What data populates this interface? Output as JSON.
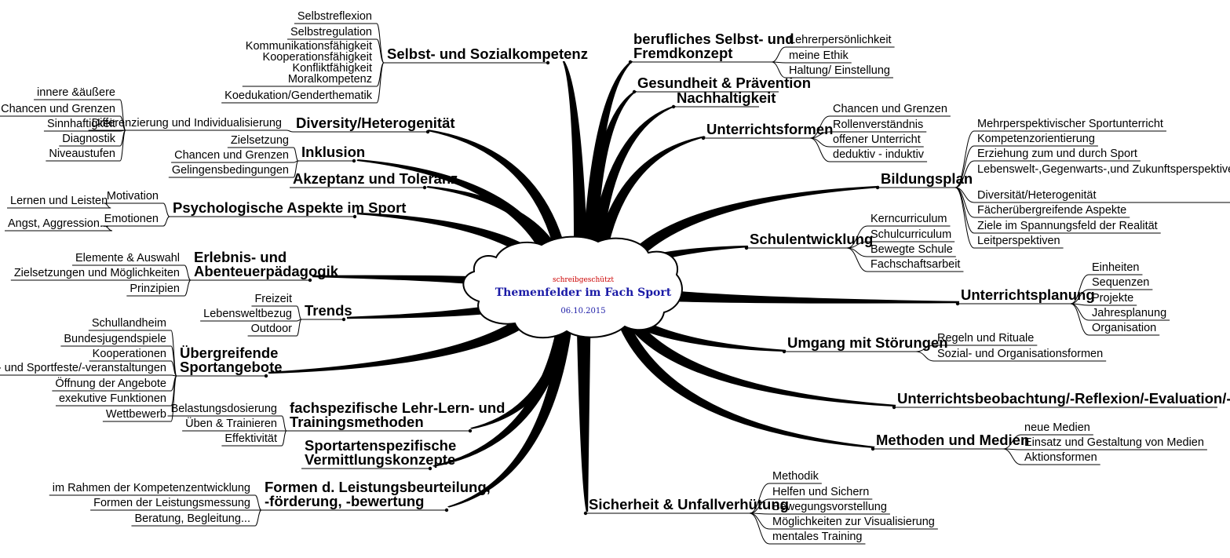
{
  "center": {
    "edit_note": "schreibgeschützt",
    "title": "Themenfelder im Fach Sport",
    "date": "06.10.2015"
  },
  "branches": [
    {
      "lines": [
        "Selbst- und Sozialkompetenz"
      ],
      "subs": [
        "Selbstreflexion",
        "Selbstregulation",
        "Kommunikationsfähigkeit",
        "Kooperationsfähigkeit",
        "Konfliktfähigkeit",
        "Moralkompetenz",
        "Koedukation/Genderthematik"
      ]
    },
    {
      "lines": [
        "Diversity/Heterogenität"
      ],
      "subs": [
        "Differenzierung und Individualisierung"
      ],
      "nested": {
        "label": "Differenzierung und Individualisierung",
        "subs": [
          "innere &äußere",
          "Chancen und Grenzen",
          "Sinnhaftigkeit",
          "Diagnostik",
          "Niveaustufen"
        ]
      }
    },
    {
      "lines": [
        "Inklusion"
      ],
      "subs": [
        "Zielsetzung",
        "Chancen und Grenzen",
        "Gelingensbedingungen"
      ]
    },
    {
      "lines": [
        "Akzeptanz und Toleranz"
      ],
      "subs": []
    },
    {
      "lines": [
        "Psychologische Aspekte im Sport"
      ],
      "subs": [
        "Motivation",
        "Emotionen"
      ],
      "nested_pairs": [
        {
          "label": "Motivation",
          "sub": "Lernen und Leisten"
        },
        {
          "label": "Emotionen",
          "sub": "Angst, Aggression..."
        }
      ]
    },
    {
      "lines": [
        "Erlebnis- und",
        "Abenteuerpädagogik"
      ],
      "subs": [
        "Elemente & Auswahl",
        "Zielsetzungen und Möglichkeiten",
        "Prinzipien"
      ]
    },
    {
      "lines": [
        "Trends"
      ],
      "subs": [
        "Freizeit",
        "Lebensweltbezug",
        "Outdoor"
      ]
    },
    {
      "lines": [
        "Übergreifende",
        "Sportangebote"
      ],
      "subs": [
        "Schullandheim",
        "Bundesjugendspiele",
        "Kooperationen",
        "Spiel- und Sportfeste/-veranstaltungen",
        "Öffnung der Angebote",
        "exekutive Funktionen",
        "Wettbewerb"
      ]
    },
    {
      "lines": [
        "fachspezifische Lehr-Lern- und",
        "Trainingsmethoden"
      ],
      "subs": [
        "Belastungsdosierung",
        "Üben & Trainieren",
        "Effektivität"
      ]
    },
    {
      "lines": [
        "Sportartenspezifische",
        "Vermittlungskonzepte"
      ],
      "subs": []
    },
    {
      "lines": [
        "Formen d. Leistungsbeurteilung,",
        "-förderung, -bewertung"
      ],
      "subs": [
        "im Rahmen der Kompetenzentwicklung",
        "Formen der Leistungsmessung",
        "Beratung, Begleitung..."
      ]
    },
    {
      "lines": [
        "berufliches Selbst- und",
        "Fremdkonzept"
      ],
      "subs": [
        "Lehrerpersönlichkeit",
        "meine Ethik",
        "Haltung/ Einstellung"
      ]
    },
    {
      "lines": [
        "Gesundheit & Prävention"
      ],
      "subs": []
    },
    {
      "lines": [
        "Nachhaltigkeit"
      ],
      "subs": []
    },
    {
      "lines": [
        "Unterrichtsformen"
      ],
      "subs": [
        "Chancen und Grenzen",
        "Rollenverständnis",
        "offener Unterricht",
        "deduktiv - induktiv"
      ]
    },
    {
      "lines": [
        "Bildungsplan"
      ],
      "subs": [
        "Mehrperspektivischer Sportunterricht",
        "Kompetenzorientierung",
        "Erziehung zum und durch Sport",
        "Lebenswelt-,Gegenwarts-,und Zukunftsperspektive",
        "Diversität/Heterogenität",
        "Fächerübergreifende Aspekte",
        "Ziele im Spannungsfeld der Realität",
        "Leitperspektiven"
      ]
    },
    {
      "lines": [
        "Schulentwicklung"
      ],
      "subs": [
        "Kerncurriculum",
        "Schulcurriculum",
        "Bewegte Schule",
        "Fachschaftsarbeit"
      ]
    },
    {
      "lines": [
        "Unterrichtsplanung"
      ],
      "subs": [
        "Einheiten",
        "Sequenzen",
        "Projekte",
        "Jahresplanung",
        "Organisation"
      ]
    },
    {
      "lines": [
        "Umgang mit Störungen"
      ],
      "subs": [
        "Regeln und Rituale",
        "Sozial- und Organisationsformen"
      ]
    },
    {
      "lines": [
        "Unterrichtsbeobachtung/-Reflexion/-Evaluation/-Beratung"
      ],
      "subs": []
    },
    {
      "lines": [
        "Methoden und Medien"
      ],
      "subs": [
        "neue Medien",
        "Einsatz und Gestaltung von Medien",
        "Aktionsformen"
      ]
    },
    {
      "lines": [
        "Sicherheit & Unfallverhütung"
      ],
      "subs": [
        "Methodik",
        "Helfen und Sichern",
        "Bewegungsvorstellung",
        "Möglichkeiten zur Visualisierung",
        "mentales Training"
      ]
    }
  ]
}
